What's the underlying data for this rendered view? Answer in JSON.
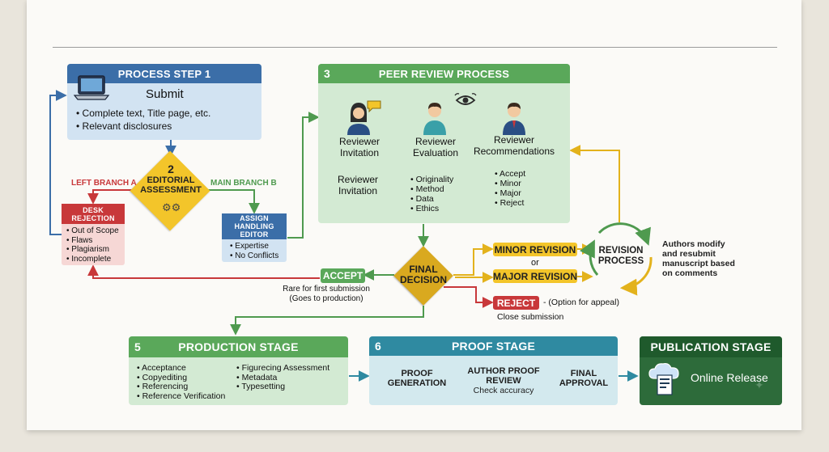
{
  "step1": {
    "header": "PROCESS STEP 1",
    "title": "Submit",
    "bullets": [
      "Complete text, Title page, etc.",
      "Relevant disclosures"
    ]
  },
  "editorial": {
    "number": "2",
    "label_line1": "EDITORIAL",
    "label_line2": "ASSESSMENT"
  },
  "left_branch_label": "LEFT BRANCH A",
  "main_branch_label": "MAIN BRANCH B",
  "desk": {
    "header_line1": "DESK",
    "header_line2": "REJECTION",
    "bullets": [
      "Out of Scope",
      "Flaws",
      "Plagiarism",
      "Incomplete"
    ]
  },
  "assign": {
    "header_line1": "ASSIGN",
    "header_line2": "HANDLING",
    "header_line3": "EDITOR",
    "bullets": [
      "Expertise",
      "No Conflicts"
    ]
  },
  "peer": {
    "number": "3",
    "header": "PEER REVIEW PROCESS",
    "col1_line1": "Reviewer",
    "col1_line2": "Invitation",
    "col2_line1": "Reviewer",
    "col2_line2": "Evaluation",
    "col3_line1": "Reviewer",
    "col3_line2": "Recommendations",
    "flow_line1": "Reviewer",
    "flow_line2": "Invitation",
    "criteria": [
      "Originality",
      "Method",
      "Data",
      "Ethics"
    ],
    "outcomes": [
      "Accept",
      "Minor",
      "Major",
      "Reject"
    ]
  },
  "decision": {
    "line1": "FINAL",
    "line2": "DECISION"
  },
  "accept": {
    "label": "ACCEPT",
    "note_line1": "Rare for first submission",
    "note_line2": "(Goes to production)"
  },
  "minor_label": "MINOR REVISION",
  "or_label": "or",
  "major_label": "MAJOR REVISION",
  "reject": {
    "label": "REJECT",
    "appeal": "- (Option for appeal)",
    "close": "Close submission"
  },
  "revision": {
    "line1": "REVISION",
    "line2": "PROCESS",
    "note_line1": "Authors modify",
    "note_line2": "and resubmit",
    "note_line3": "manuscript based",
    "note_line4": "on comments"
  },
  "production": {
    "number": "5",
    "header": "PRODUCTION STAGE",
    "col1": [
      "Acceptance",
      "Copyediting",
      "Referencing",
      "Reference Verification"
    ],
    "col2": [
      "Figurecing Assessment",
      "Metadata",
      "Typesetting"
    ]
  },
  "proof": {
    "number": "6",
    "header": "PROOF STAGE",
    "gen_line1": "PROOF",
    "gen_line2": "GENERATION",
    "author_line1": "AUTHOR PROOF",
    "author_line2": "REVIEW",
    "author_note": "Check accuracy",
    "final_line1": "FINAL",
    "final_line2": "APPROVAL"
  },
  "publication": {
    "header": "PUBLICATION STAGE",
    "release": "Online Release"
  },
  "colors": {
    "blue": "#3b6ea8",
    "green": "#5aa85a",
    "red": "#c8383a",
    "gold": "#f3c52a",
    "teal": "#2f8aa1",
    "darkgreen": "#2d6b3a"
  }
}
